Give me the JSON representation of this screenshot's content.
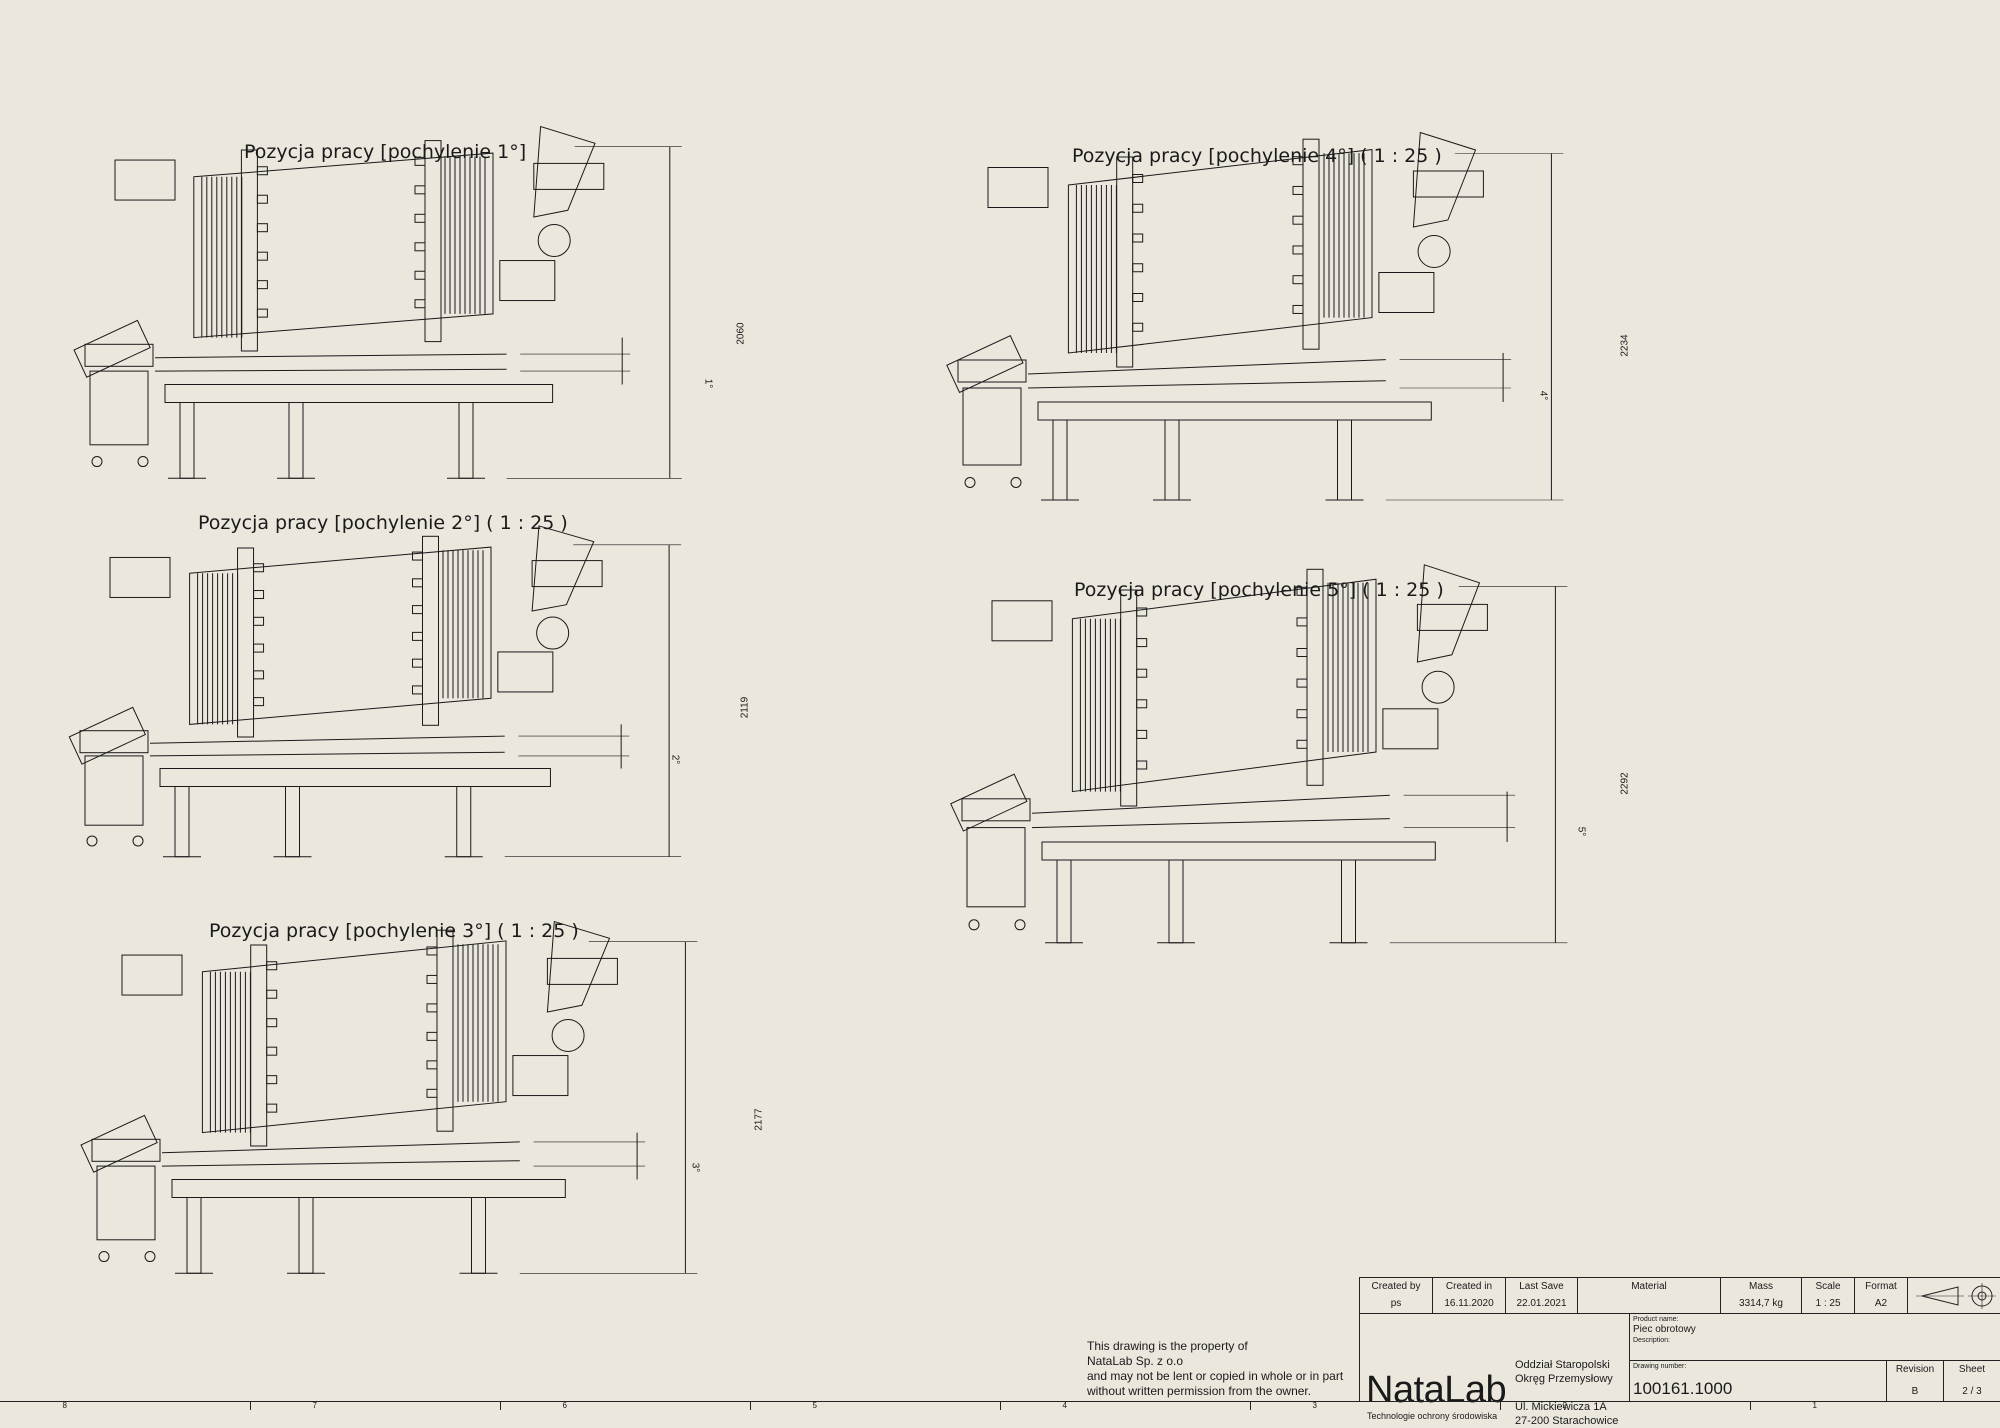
{
  "views": [
    {
      "title": "Pozycja pracy [pochylenie 1°]",
      "dimension": "2060",
      "angle": "1°"
    },
    {
      "title": "Pozycja pracy [pochylenie 2°] ( 1 : 25 )",
      "dimension": "2119",
      "angle": "2°"
    },
    {
      "title": "Pozycja pracy [pochylenie 3°] ( 1 : 25 )",
      "dimension": "2177",
      "angle": "3°"
    },
    {
      "title": "Pozycja pracy [pochylenie 4°] ( 1 : 25 )",
      "dimension": "2234",
      "angle": "4°"
    },
    {
      "title": "Pozycja pracy [pochylenie 5°] ( 1 : 25 )",
      "dimension": "2292",
      "angle": "5°"
    }
  ],
  "notice": {
    "line1": "This drawing is the property of",
    "line2": "NataLab Sp. z o.o",
    "line3": "and may not be lent or copied in whole or in part",
    "line4": "without written permission from the owner."
  },
  "titleblock": {
    "created_by_label": "Created by",
    "created_by": "ps",
    "created_in_label": "Created in",
    "created_in": "16.11.2020",
    "last_save_label": "Last Save",
    "last_save": "22.01.2021",
    "material_label": "Material",
    "mass_label": "Mass",
    "mass": "3314,7 kg",
    "scale_label": "Scale",
    "scale": "1 : 25",
    "format_label": "Format",
    "format": "A2",
    "logo": "NataLab",
    "logo_sub": "Technologie ochrony środowiska",
    "dept1": "Oddział Staropolski",
    "dept2": "Okręg Przemysłowy",
    "street": "Ul. Mickiewicza 1A",
    "city": "27-200 Starachowice",
    "product_name_label": "Product name:",
    "product_name": "Piec obrotowy",
    "description_label": "Description:",
    "drawing_number_label": "Drawing number:",
    "drawing_number": "100161.1000",
    "revision_label": "Revision",
    "revision": "B",
    "sheet_label": "Sheet",
    "sheet": "2 / 3"
  },
  "zones": [
    "8",
    "7",
    "6",
    "5",
    "4",
    "3",
    "2",
    "1"
  ],
  "colors": {
    "paper": "#ebe7dd",
    "ink": "#1a1a1a"
  }
}
